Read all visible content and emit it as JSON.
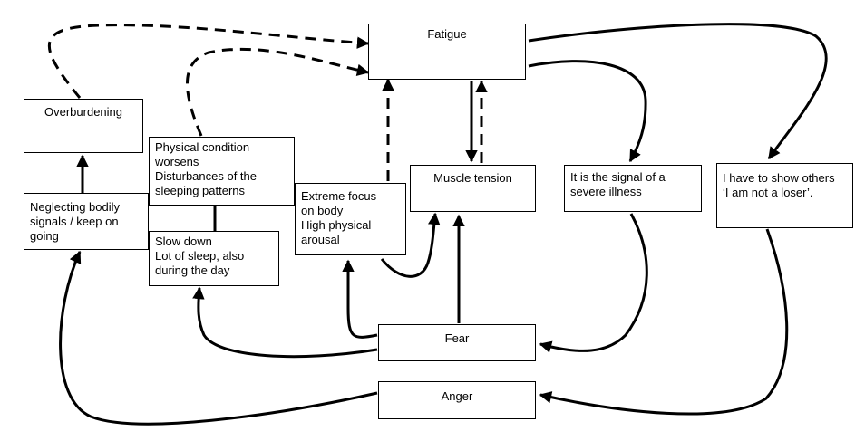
{
  "nodes": {
    "fatigue": {
      "lines": [
        "Fatigue"
      ]
    },
    "overburdening": {
      "lines": [
        "Overburdening"
      ]
    },
    "neglecting": {
      "lines": [
        "Neglecting bodily",
        "signals / keep on",
        "going"
      ]
    },
    "physical_condition": {
      "lines": [
        "Physical condition",
        "worsens",
        "Disturbances of the",
        "sleeping patterns"
      ]
    },
    "slow_down": {
      "lines": [
        "Slow down",
        "Lot of sleep, also",
        "during the day"
      ]
    },
    "extreme_focus": {
      "lines": [
        "Extreme focus",
        "on body",
        "High physical",
        "arousal"
      ]
    },
    "muscle_tension": {
      "lines": [
        "Muscle tension"
      ]
    },
    "severe_illness": {
      "lines": [
        "It is the signal of a",
        "severe illness"
      ]
    },
    "show_others": {
      "lines": [
        "I have to show others",
        "‘I am not a loser’."
      ]
    },
    "fear": {
      "lines": [
        "Fear"
      ]
    },
    "anger": {
      "lines": [
        "Anger"
      ]
    }
  },
  "edges": [
    {
      "from": "overburdening",
      "to": "fatigue",
      "style": "dashed"
    },
    {
      "from": "physical_condition",
      "to": "fatigue",
      "style": "dashed"
    },
    {
      "from": "extreme_focus",
      "to": "fatigue",
      "style": "dashed"
    },
    {
      "from": "muscle_tension",
      "to": "fatigue",
      "style": "dashed"
    },
    {
      "from": "fatigue",
      "to": "muscle_tension",
      "style": "solid"
    },
    {
      "from": "fatigue",
      "to": "severe_illness",
      "style": "solid"
    },
    {
      "from": "fatigue",
      "to": "show_others",
      "style": "solid"
    },
    {
      "from": "neglecting",
      "to": "overburdening",
      "style": "solid"
    },
    {
      "from": "physical_condition",
      "to": "slow_down",
      "style": "solid"
    },
    {
      "from": "extreme_focus",
      "to": "muscle_tension",
      "style": "solid"
    },
    {
      "from": "fear",
      "to": "muscle_tension",
      "style": "solid"
    },
    {
      "from": "fear",
      "to": "extreme_focus",
      "style": "solid"
    },
    {
      "from": "fear",
      "to": "slow_down",
      "style": "solid"
    },
    {
      "from": "severe_illness",
      "to": "fear",
      "style": "solid"
    },
    {
      "from": "show_others",
      "to": "anger",
      "style": "solid"
    },
    {
      "from": "anger",
      "to": "neglecting",
      "style": "solid"
    }
  ]
}
